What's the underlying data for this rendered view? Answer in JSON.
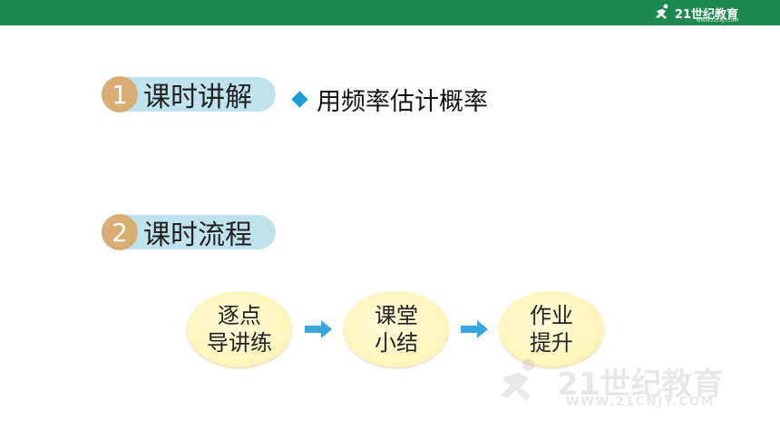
{
  "header": {
    "logo_text": "21世纪教育",
    "logo_url": "WWW.21CNJY.COM",
    "bar_color": "#1f8a4f"
  },
  "sections": [
    {
      "number": "1",
      "label": "课时讲解"
    },
    {
      "number": "2",
      "label": "课时流程"
    }
  ],
  "topic": {
    "bullet_icon": "diamond-icon",
    "text": "用频率估计概率"
  },
  "flow": [
    {
      "line1": "逐点",
      "line2": "导讲练"
    },
    {
      "line1": "课堂",
      "line2": "小结"
    },
    {
      "line1": "作业",
      "line2": "提升"
    }
  ],
  "watermark": {
    "text": "21世纪教育",
    "url": "WWW.21CNJY.COM"
  },
  "colors": {
    "accent_blue": "#1ba0d8",
    "pill_bg": "#bfe3ea",
    "number_circle": "#d8ae76",
    "flow_node": "#fff6bf",
    "arrow": "#3aa6e0"
  }
}
